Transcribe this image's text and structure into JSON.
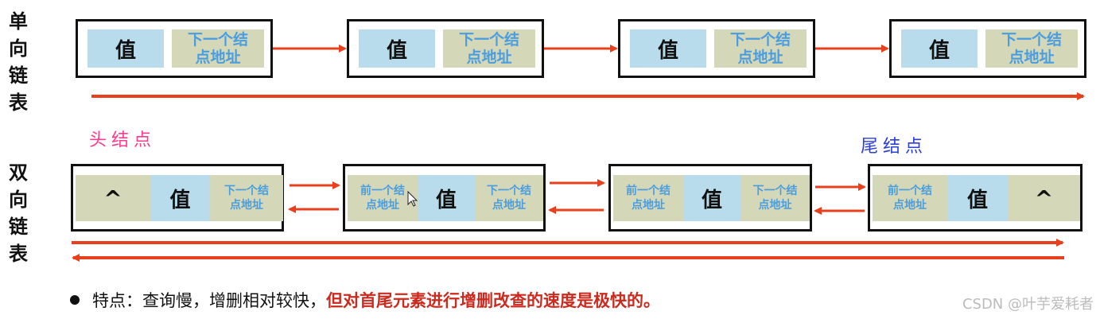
{
  "singly": {
    "label": [
      "单",
      "向",
      "链",
      "表"
    ],
    "value_text": "值",
    "next_line1": "下一个结",
    "next_line2": "点地址"
  },
  "doubly": {
    "label": [
      "双",
      "向",
      "链",
      "表"
    ],
    "value_text": "值",
    "prev_line1": "前一个结",
    "prev_line2": "点地址",
    "next_line1": "下一个结",
    "next_line2": "点地址",
    "null_symbol": "^",
    "head_annotation": "头结点",
    "tail_annotation": "尾结点"
  },
  "note": {
    "normal": "特点：查询慢，增删相对较快，",
    "highlight": "但对首尾元素进行增删改查的速度是极快的。"
  },
  "watermark": "CSDN @叶芋爱耗者",
  "colors": {
    "value_cell": "#b9dcec",
    "address_cell": "#d4d7b8",
    "address_text": "#4a9ee0",
    "arrow": "#e8401c",
    "head_annotation": "#ff3b8f",
    "tail_annotation": "#2a3fd6",
    "highlight": "#cc2a1e"
  }
}
